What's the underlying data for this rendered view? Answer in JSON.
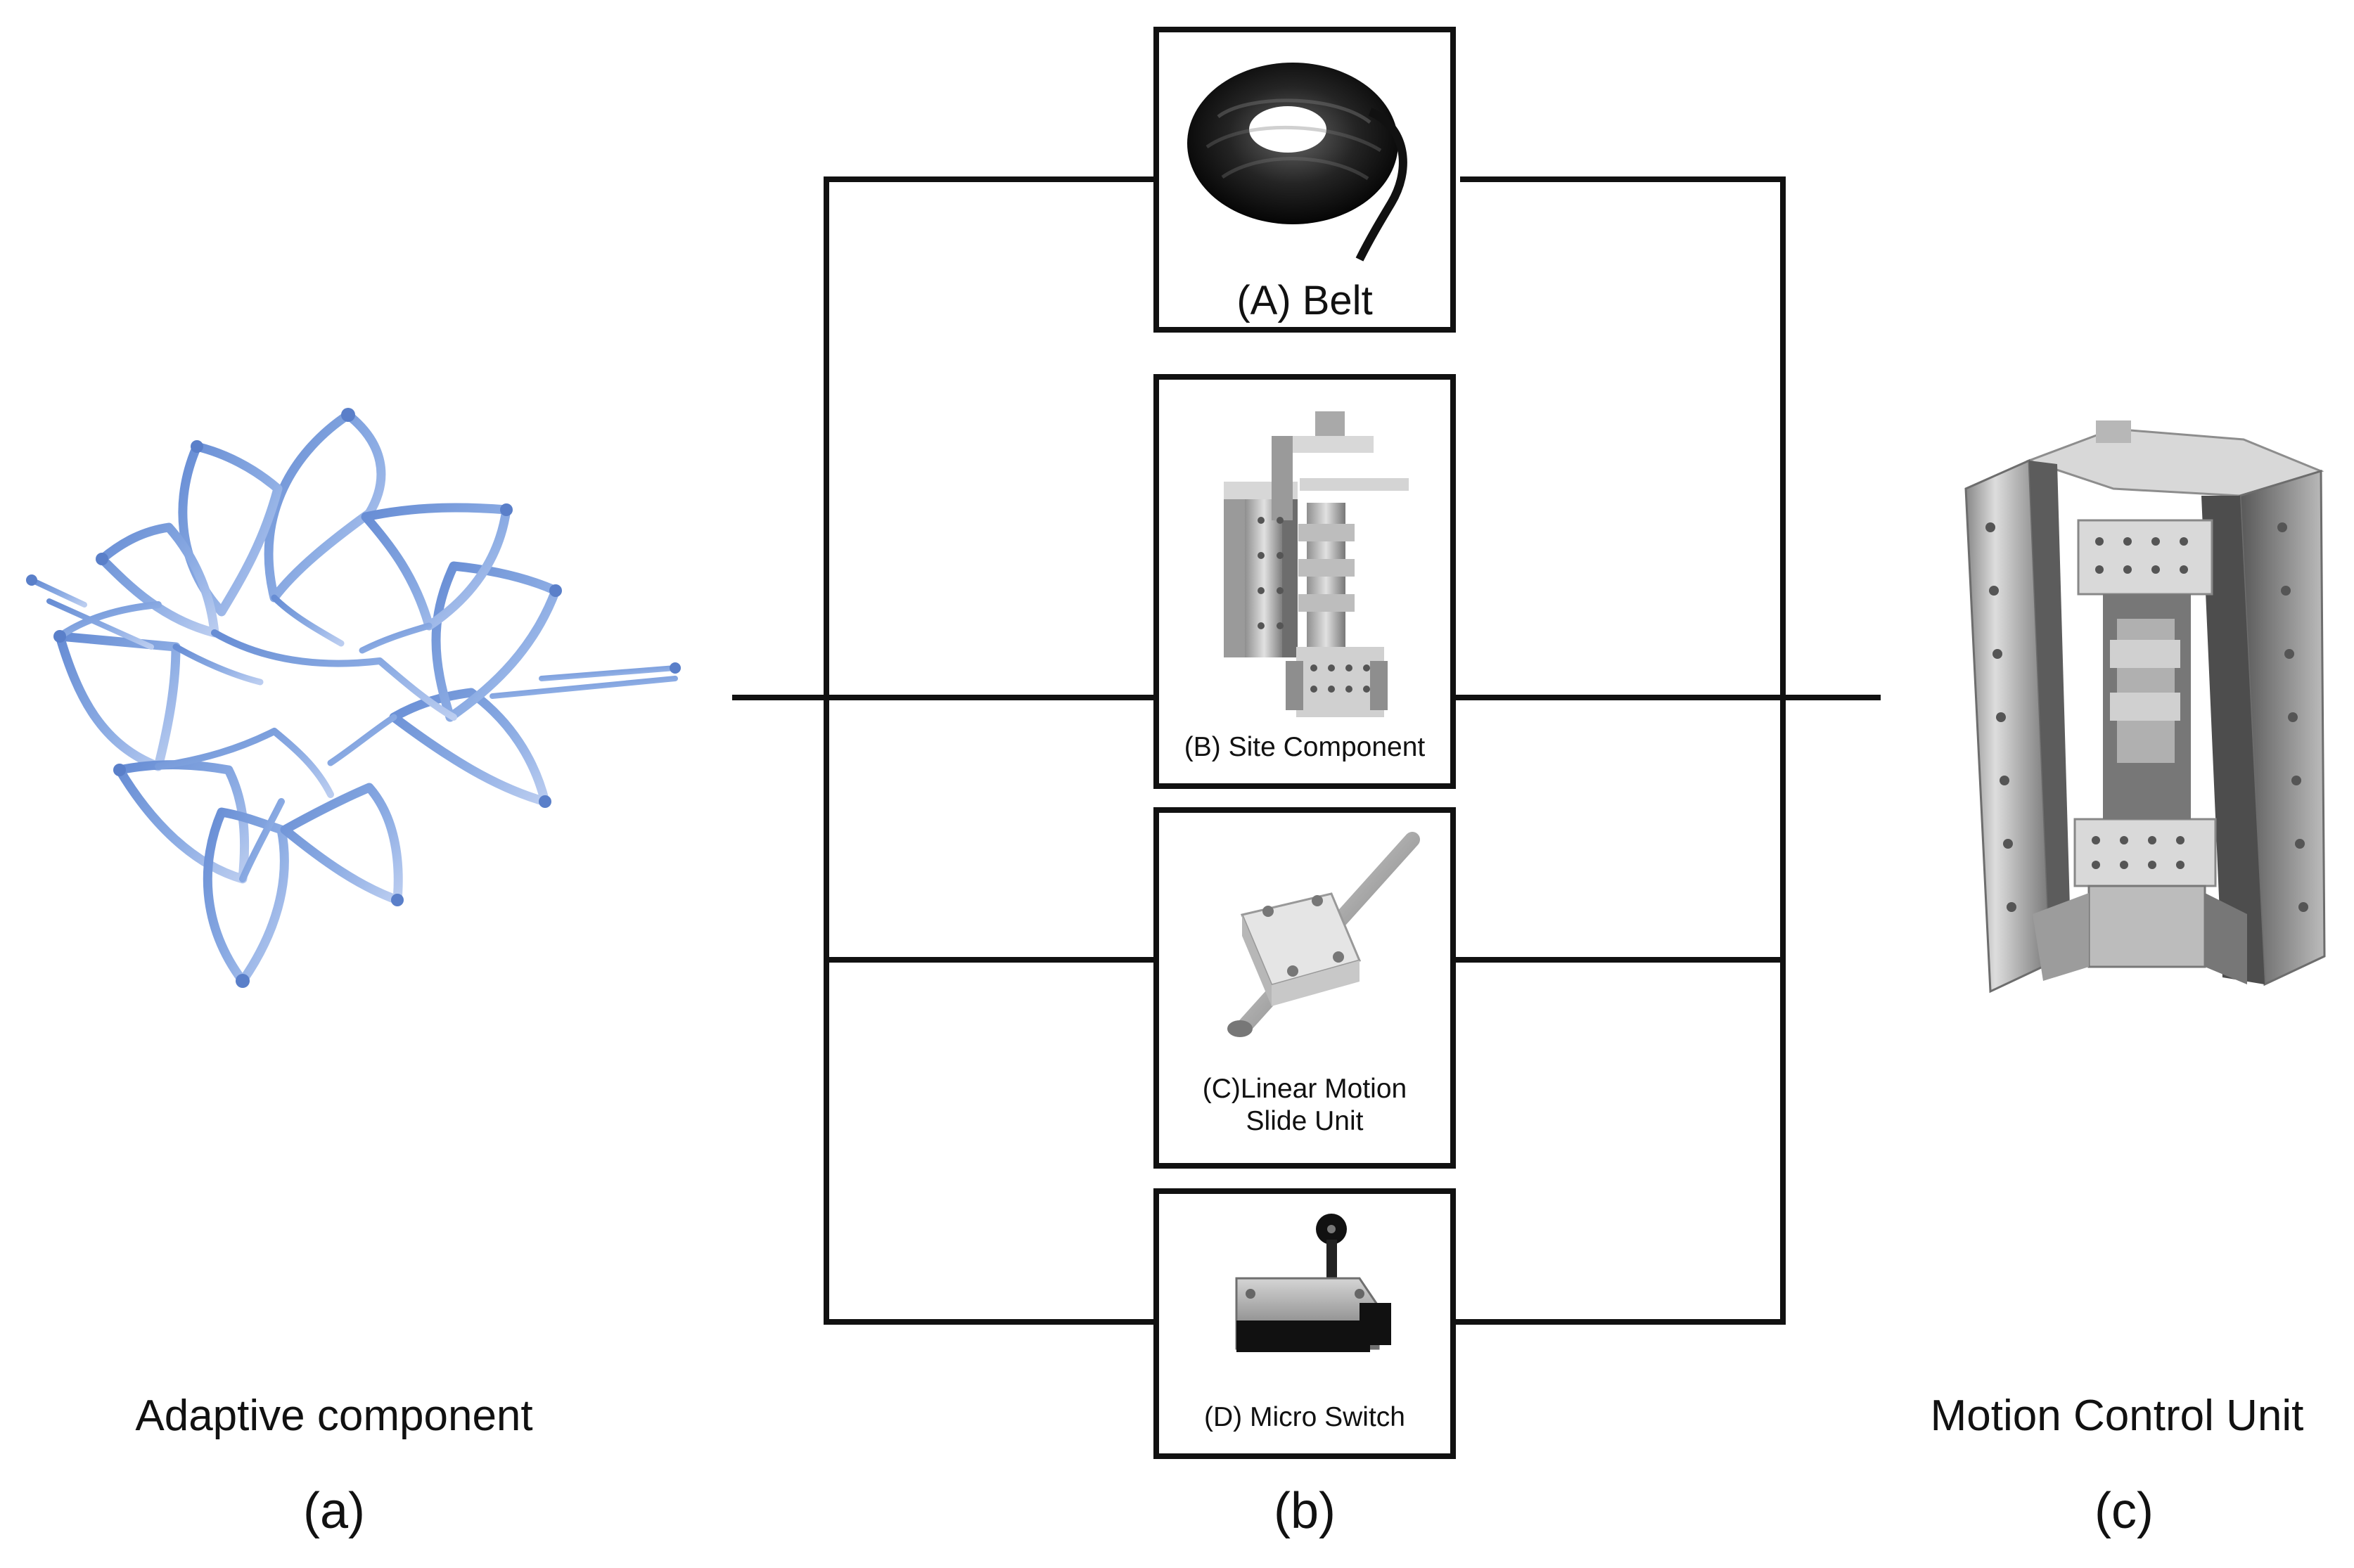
{
  "left_panel": {
    "label": "Adaptive component",
    "letter": "(a)"
  },
  "center_panel": {
    "letter": "(b)",
    "parts": {
      "belt": "(A) Belt",
      "site_component": "(B) Site Component",
      "linear_motion": "(C)Linear Motion\nSlide Unit",
      "micro_switch": "(D) Micro Switch"
    }
  },
  "right_panel": {
    "label": "Motion Control Unit",
    "letter": "(c)"
  },
  "colors": {
    "line": "#111111",
    "adaptive_blue": "#6f95d7",
    "metal_light": "#d9d9d9",
    "metal_mid": "#a5a5a5",
    "metal_dark": "#555555"
  }
}
